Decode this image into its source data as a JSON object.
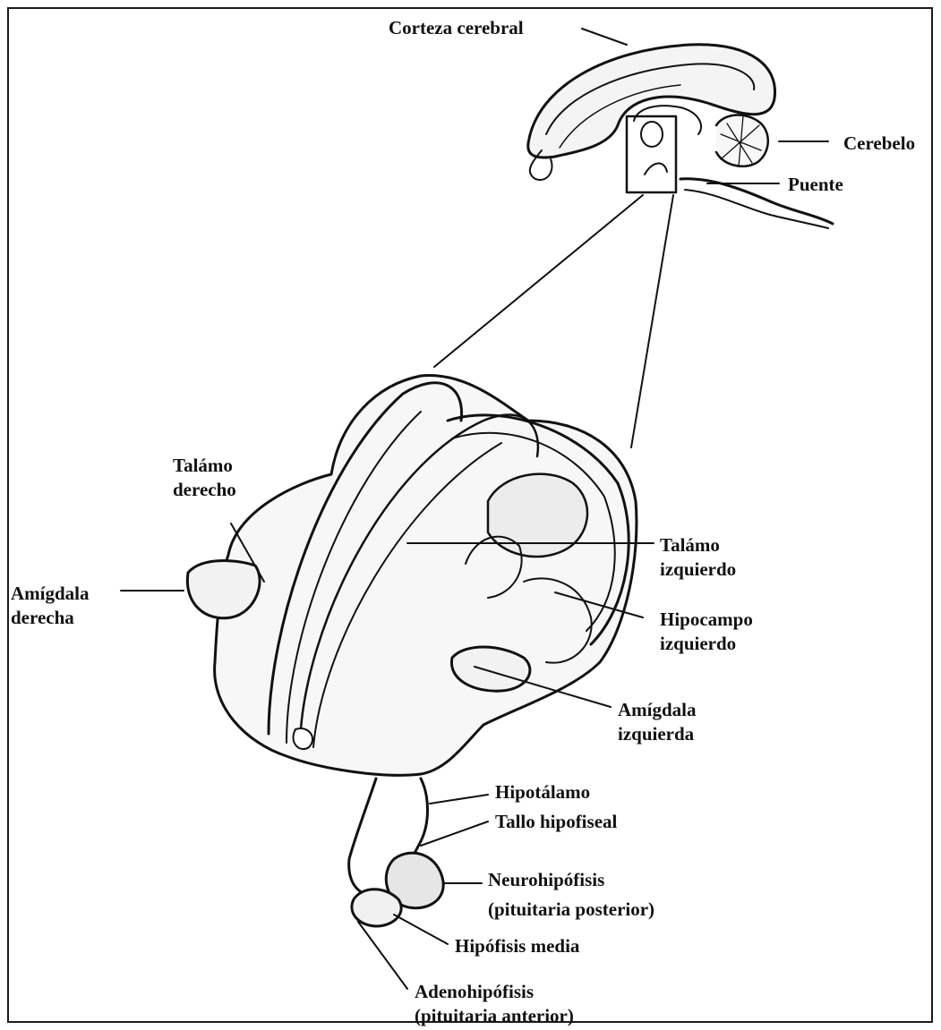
{
  "labels": {
    "corteza": "Corteza cerebral",
    "cerebelo": "Cerebelo",
    "puente": "Puente",
    "talamo_der_1": "Talámo",
    "talamo_der_2": "derecho",
    "amigdala_der_1": "Amígdala",
    "amigdala_der_2": "derecha",
    "talamo_izq_1": "Talámo",
    "talamo_izq_2": "izquierdo",
    "hipocampo_1": "Hipocampo",
    "hipocampo_2": "izquierdo",
    "amigdala_izq_1": "Amígdala",
    "amigdala_izq_2": "izquierda",
    "hipotalamo": "Hipotálamo",
    "tallo": "Tallo hipofiseal",
    "neuro_1": "Neurohipófisis",
    "neuro_2": "(pituitaria posterior)",
    "media": "Hipófisis media",
    "adeno_1": "Adenohipófisis",
    "adeno_2": "(pituitaria anterior)"
  },
  "colors": {
    "ink": "#111111",
    "background": "#ffffff"
  }
}
